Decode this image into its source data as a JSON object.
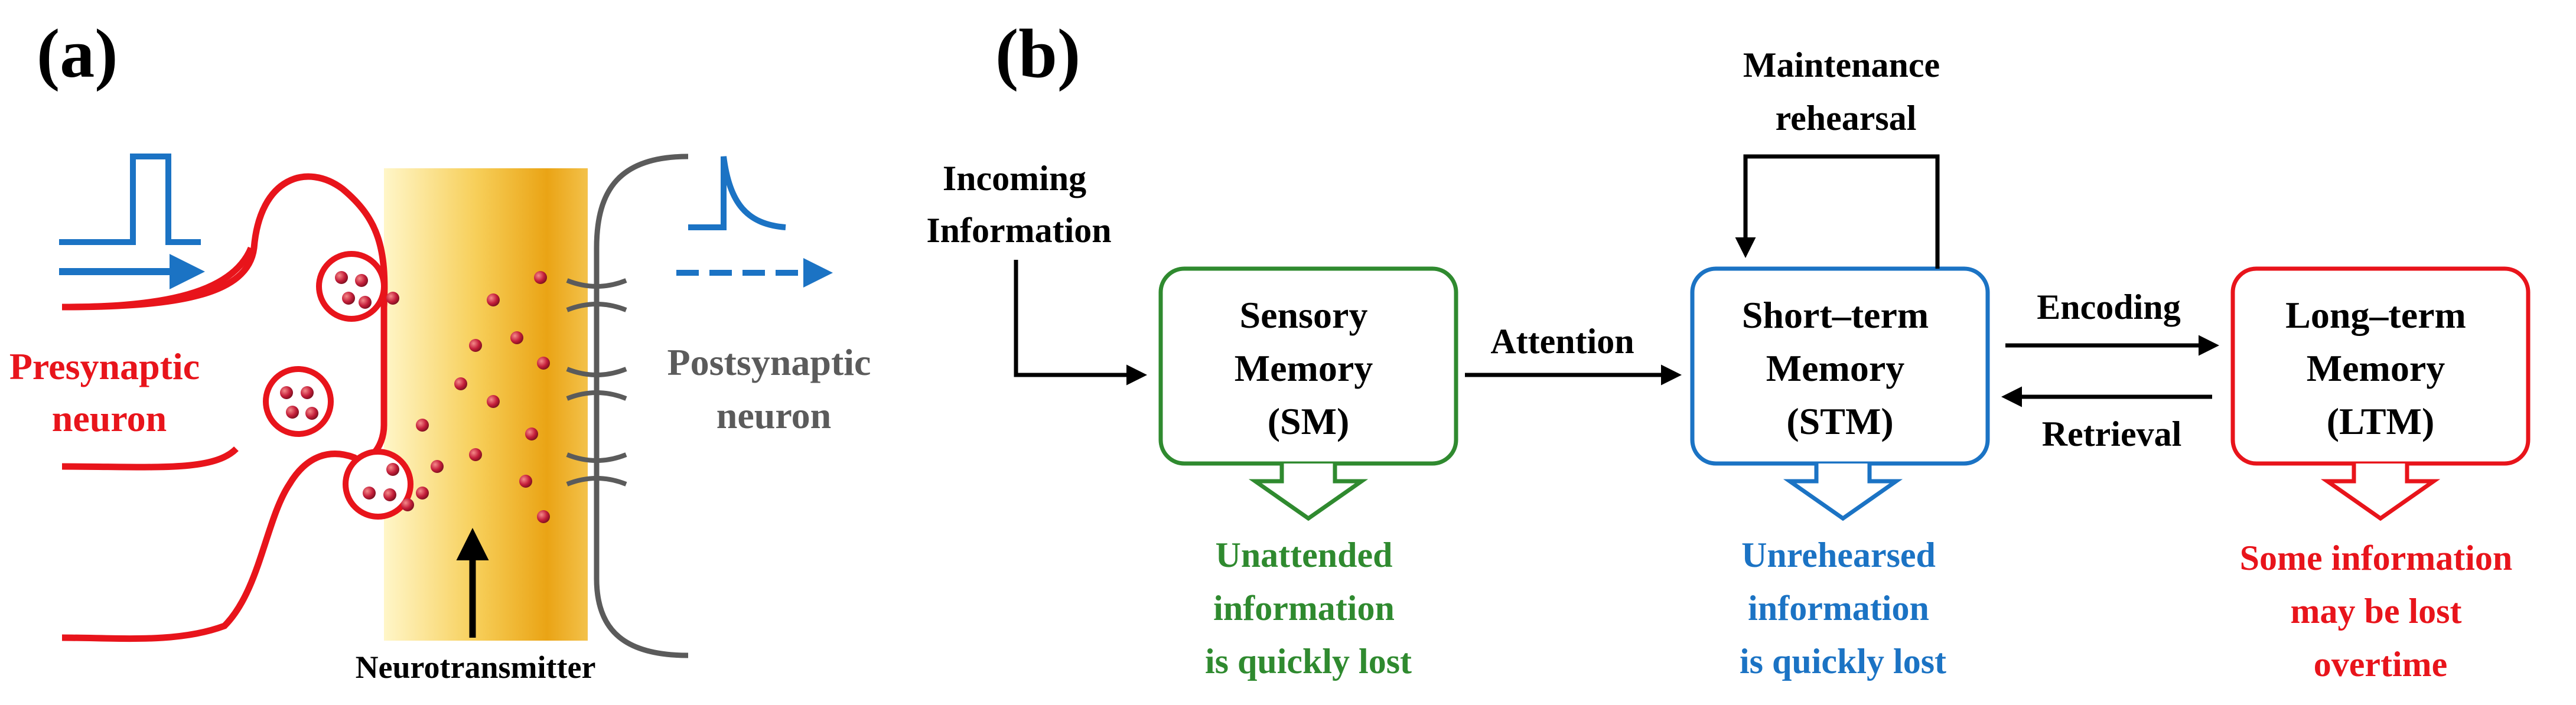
{
  "panel_a": {
    "label": "(a)",
    "presynaptic_label": [
      "Presynaptic",
      "neuron"
    ],
    "postsynaptic_label": [
      "Postsynaptic",
      "neuron"
    ],
    "neurotransmitter_label": "Neurotransmitter",
    "colors": {
      "presynaptic": "#e8141b",
      "postsynaptic": "#5b5b5b",
      "signal": "#1b73c4",
      "cleft": "#e7a613",
      "vesicle": "#c41e3a"
    }
  },
  "panel_b": {
    "label": "(b)",
    "incoming_label": [
      "Incoming",
      "Information"
    ],
    "maintenance_label": [
      "Maintenance",
      "rehearsal"
    ],
    "attention_label": "Attention",
    "encoding_label": "Encoding",
    "retrieval_label": "Retrieval",
    "boxes": {
      "sm": {
        "lines": [
          "Sensory",
          "Memory",
          "(SM)"
        ],
        "color": "#2f8a2f"
      },
      "stm": {
        "lines": [
          "Short–term",
          "Memory",
          "(STM)"
        ],
        "color": "#1b73c4"
      },
      "ltm": {
        "lines": [
          "Long–term",
          "Memory",
          "(LTM)"
        ],
        "color": "#e8141b"
      }
    },
    "losses": {
      "sm": {
        "lines": [
          "Unattended",
          "information",
          "is quickly lost"
        ],
        "color": "#2f8a2f"
      },
      "stm": {
        "lines": [
          "Unrehearsed",
          "information",
          "is quickly lost"
        ],
        "color": "#1b73c4"
      },
      "ltm": {
        "lines": [
          "Some information",
          "may be lost",
          "overtime"
        ],
        "color": "#e8141b"
      }
    }
  }
}
